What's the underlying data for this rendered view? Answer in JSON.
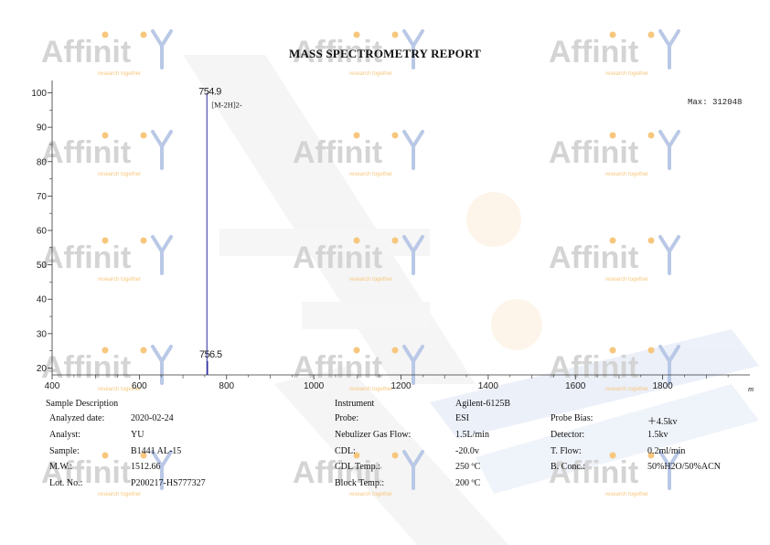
{
  "report": {
    "title": "MASS SPECTROMETRY REPORT",
    "max_label": "Max: 312048",
    "x_unit_label": "m"
  },
  "colors": {
    "peak": "#2a2aa0",
    "axis": "#333333",
    "watermark_text": "#d4d4d4",
    "watermark_dot": "#f7c77e",
    "watermark_antibody": "#b9c8e6"
  },
  "watermark": {
    "brand": "Affinit",
    "tagline": "research together"
  },
  "chart_data": {
    "type": "line",
    "title": "",
    "xlabel": "m",
    "ylabel": "",
    "xlim": [
      400,
      2000
    ],
    "ylim": [
      18,
      102
    ],
    "x_ticks": [
      400,
      600,
      800,
      1000,
      1200,
      1400,
      1600,
      1800
    ],
    "y_ticks": [
      20,
      30,
      40,
      50,
      60,
      70,
      80,
      90,
      100
    ],
    "peaks": [
      {
        "x": 754.9,
        "y": 100,
        "label": "754.9",
        "annotation": "[M-2H]2-"
      },
      {
        "x": 756.5,
        "y": 22,
        "label": "756.5",
        "annotation": ""
      }
    ]
  },
  "sample": {
    "heading": "Sample Description",
    "rows": [
      {
        "label": "Analyzed date:",
        "value": "2020-02-24"
      },
      {
        "label": "Analyst:",
        "value": "YU"
      },
      {
        "label": "Sample:",
        "value": "B1441 AL-15"
      },
      {
        "label": "M.W.:",
        "value": "1512.66"
      },
      {
        "label": "Lot. No.:",
        "value": "P200217-HS777327"
      }
    ]
  },
  "instrument": {
    "heading": "Instrument",
    "name": "Agilent-6125B",
    "left": [
      {
        "label": "Probe:",
        "value": "ESI"
      },
      {
        "label": "Nebulizer Gas Flow:",
        "value": "1.5L/min"
      },
      {
        "label": "CDL:",
        "value": "-20.0v"
      },
      {
        "label": "CDL Temp.:",
        "value": "250 ºC"
      },
      {
        "label": "Block Temp.:",
        "value": "200 ºC"
      }
    ],
    "right": [
      {
        "label": "Probe Bias:",
        "value": "＋4.5kv"
      },
      {
        "label": "Detector:",
        "value": "1.5kv"
      },
      {
        "label": "T. Flow:",
        "value": "0.2ml/min"
      },
      {
        "label": "B. Conc.:",
        "value": "50%H2O/50%ACN"
      }
    ]
  }
}
